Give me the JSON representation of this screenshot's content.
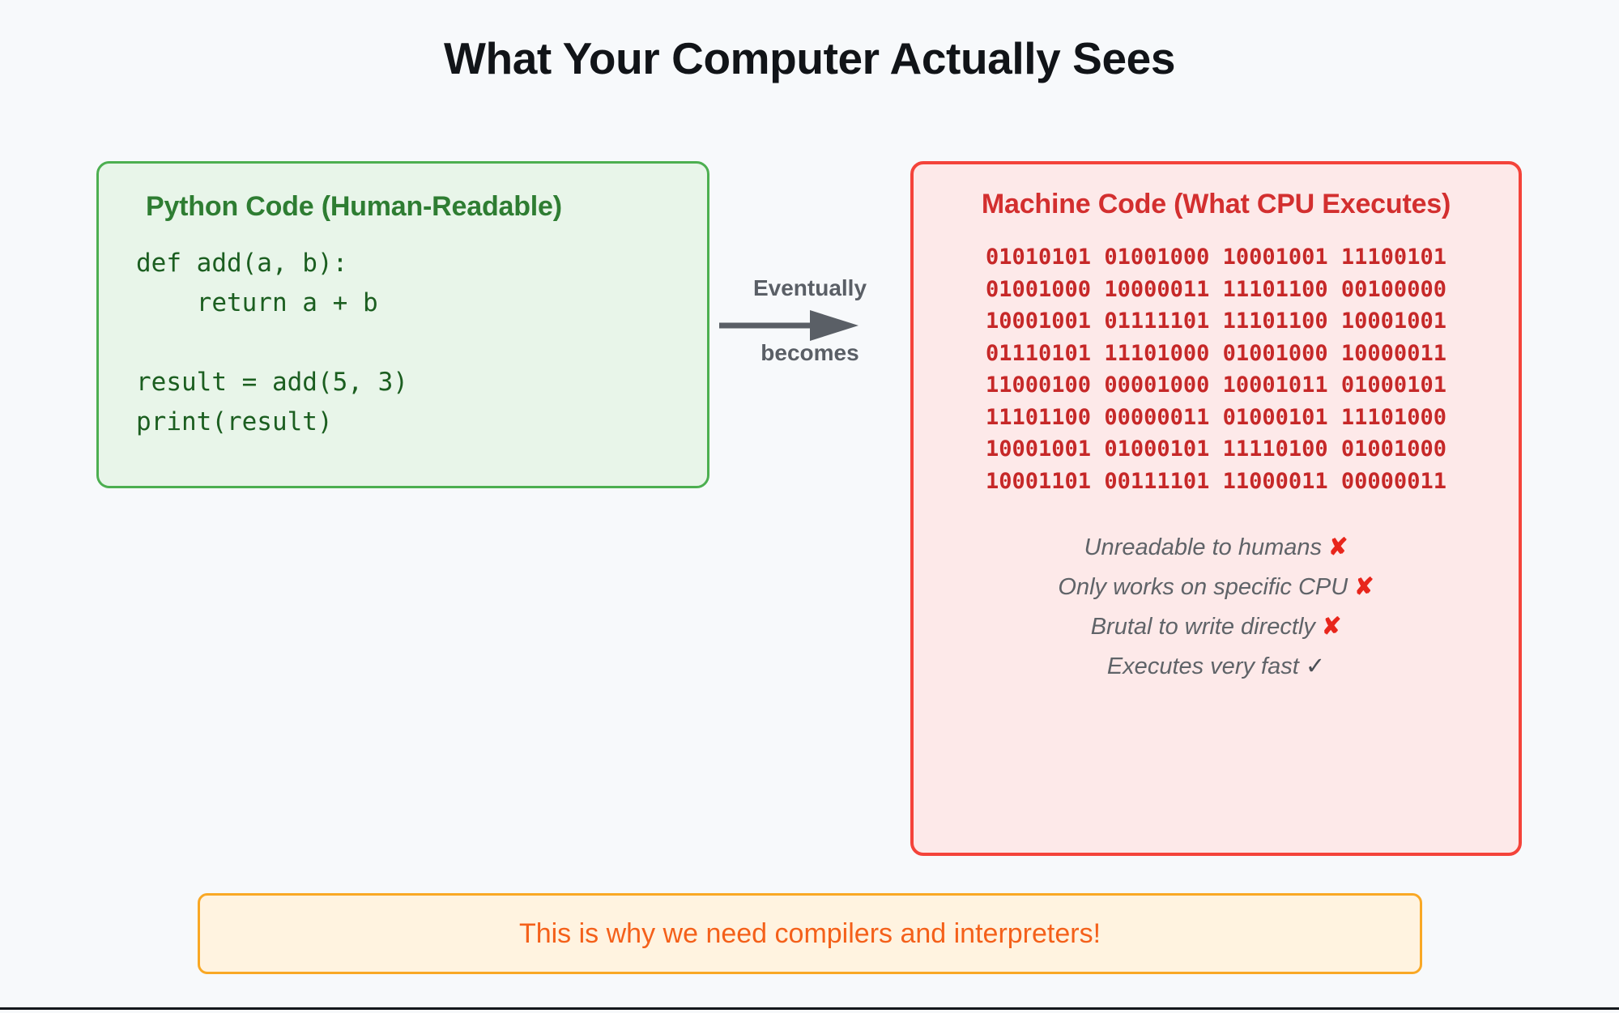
{
  "page": {
    "title": "What Your Computer Actually Sees",
    "background_color": "#f7f9fb"
  },
  "python_panel": {
    "title": "Python Code (Human-Readable)",
    "code": "def add(a, b):\n    return a + b\n\nresult = add(5, 3)\nprint(result)",
    "border_color": "#4caf50",
    "fill_color": "#e8f5e9",
    "title_color": "#2e7d32",
    "code_color": "#1b5e20"
  },
  "arrow": {
    "label_top": "Eventually",
    "label_bottom": "becomes",
    "color": "#5a5f66",
    "icon": "arrow-right-icon"
  },
  "machine_panel": {
    "title": "Machine Code (What CPU Executes)",
    "border_color": "#f4433a",
    "fill_color": "#fde9e9",
    "title_color": "#d32f2f",
    "binary_color": "#c62828",
    "binary_rows": [
      "01010101 01001000 10001001 11100101",
      "01001000 10000011 11101100 00100000",
      "10001001 01111101 11101100 10001001",
      "01110101 11101000 01001000 10000011",
      "11000100 00001000 10001011 01000101",
      "11101100 00000011 01000101 11101000",
      "10001001 01000101 11110100 01001000",
      "10001101 00111101 11000011 00000011"
    ],
    "notes": [
      {
        "text": "Unreadable to humans",
        "mark": "✘",
        "mark_type": "bad"
      },
      {
        "text": "Only works on specific CPU",
        "mark": "✘",
        "mark_type": "bad"
      },
      {
        "text": "Brutal to write directly",
        "mark": "✘",
        "mark_type": "bad"
      },
      {
        "text": "Executes very fast",
        "mark": "✓",
        "mark_type": "good"
      }
    ]
  },
  "footer": {
    "text": "This is why we need compilers and interpreters!",
    "border_color": "#f9a825",
    "fill_color": "#fff3e0",
    "text_color": "#f4601a"
  }
}
